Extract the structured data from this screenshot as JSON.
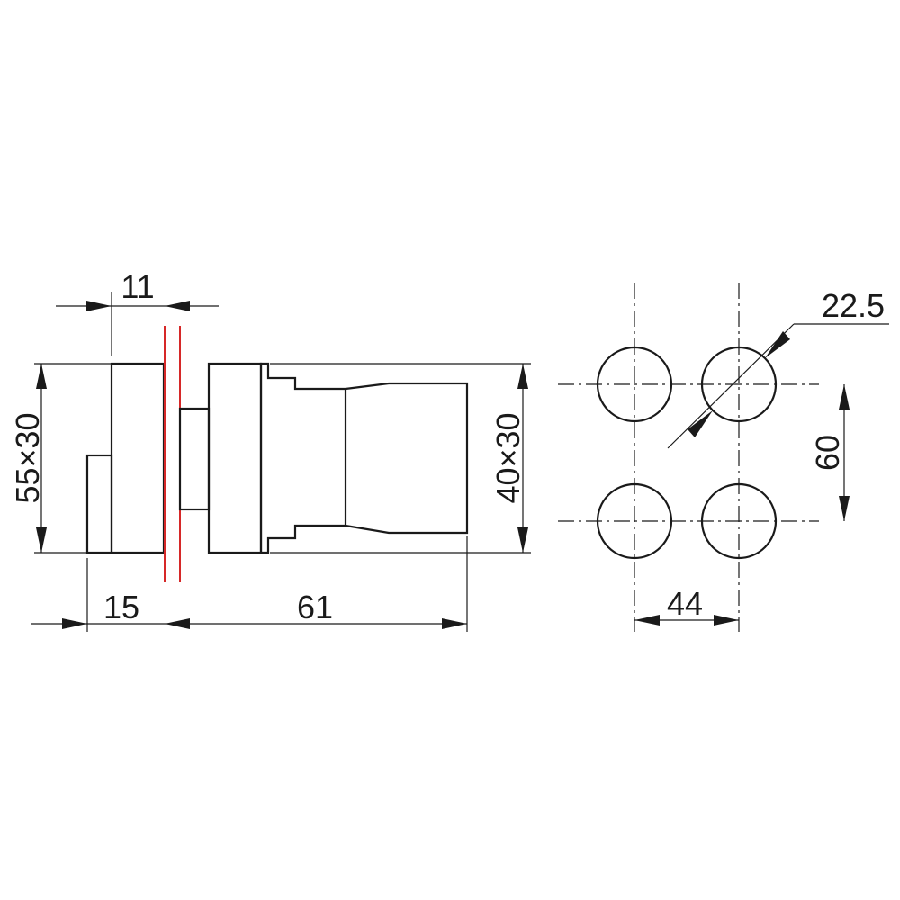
{
  "colors": {
    "line": "#1a1a1a",
    "panel": "#d62828",
    "background": "#ffffff"
  },
  "dimensions": {
    "panel_thickness": "11",
    "rear_depth": "15",
    "front_length": "61",
    "rear_size": "55×30",
    "front_size": "40×30",
    "hole_diameter": "22.5",
    "vertical_spacing": "60",
    "horizontal_spacing": "44"
  }
}
